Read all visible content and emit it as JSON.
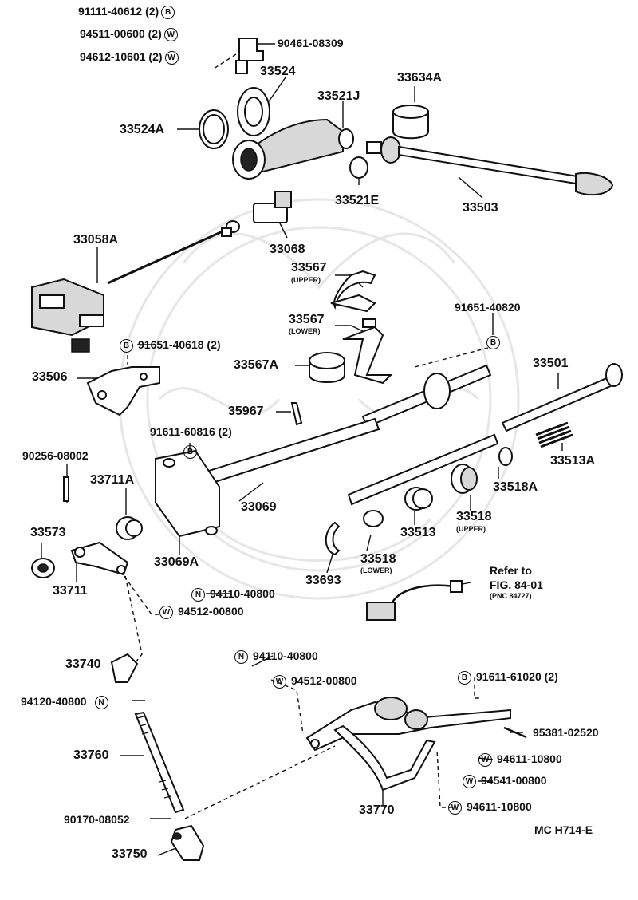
{
  "labels": {
    "p91111": "91111-40612 (2)",
    "p94511": "94511-00600 (2)",
    "p94612": "94612-10601 (2)",
    "p90461": "90461-08309",
    "p33524": "33524",
    "p33524A": "33524A",
    "p33521J": "33521J",
    "p33634A": "33634A",
    "p33521E": "33521E",
    "p33503": "33503",
    "p33058A": "33058A",
    "p33068": "33068",
    "p33567u": "33567",
    "p33567u_sub": "(UPPER)",
    "p33567l": "33567",
    "p33567l_sub": "(LOWER)",
    "p91651_820": "91651-40820",
    "p91651_618": "91651-40618 (2)",
    "p33506": "33506",
    "p33567A": "33567A",
    "p33501": "33501",
    "p35967": "35967",
    "p91611_816": "91611-60816 (2)",
    "p90256": "90256-08002",
    "p33711A": "33711A",
    "p33513A": "33513A",
    "p33518A": "33518A",
    "p33069": "33069",
    "p33573": "33573",
    "p33513": "33513",
    "p33518u": "33518",
    "p33518u_sub": "(UPPER)",
    "p33069A": "33069A",
    "p33518l": "33518",
    "p33518l_sub": "(LOWER)",
    "p33711": "33711",
    "p33693": "33693",
    "p94110a": "94110-40800",
    "p94512a": "94512-00800",
    "refer1": "Refer to",
    "refer2": "FIG. 84-01",
    "refer3": "(PNC 84727)",
    "p33740": "33740",
    "p94110b": "94110-40800",
    "p94512b": "94512-00800",
    "p91611_020": "91611-61020 (2)",
    "p94120": "94120-40800",
    "p95381": "95381-02520",
    "p33760": "33760",
    "p94611a": "94611-10800",
    "p94541": "94541-00800",
    "p33770": "33770",
    "p94611b": "94611-10800",
    "p90170": "90170-08052",
    "code": "MC H714-E",
    "p33750": "33750"
  },
  "badges": {
    "b": "B",
    "w": "W",
    "n": "N"
  }
}
